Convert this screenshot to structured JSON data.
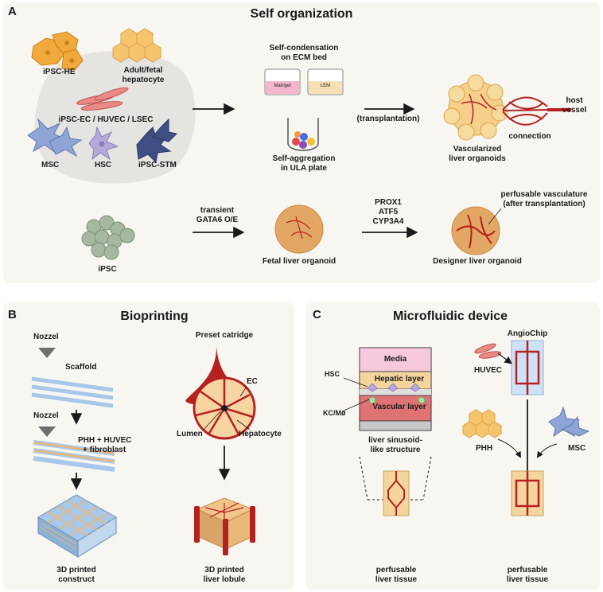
{
  "panel_a": {
    "letter": "A",
    "title": "Self organization",
    "cells": {
      "ipsc_he": "iPSC-HE",
      "hepatocyte_1": "Adult/fetal",
      "hepatocyte_2": "hepatocyte",
      "ec": "iPSC-EC / HUVEC / LSEC",
      "msc": "MSC",
      "hsc": "HSC",
      "stm": "iPSC-STM"
    },
    "condensation_1": "Self-condensation",
    "condensation_2": "on ECM bed",
    "matrigel": "Matrigel",
    "lem": "LEM",
    "aggregation_1": "Self-aggregation",
    "aggregation_2": "in ULA plate",
    "transplantation": "(transplantation)",
    "vascularized_1": "Vascularized",
    "vascularized_2": "liver organoids",
    "connection": "connection",
    "host_1": "host",
    "host_2": "vessel",
    "ipsc": "iPSC",
    "transient": "transient",
    "gata6": "GATA6 O/E",
    "fetal_organoid": "Fetal liver organoid",
    "prox1": "PROX1",
    "atf5": "ATF5",
    "cyp3a4": "CYP3A4",
    "perfusable_1": "perfusable vasculature",
    "perfusable_2": "(after transplantation)",
    "designer_organoid": "Designer liver organoid"
  },
  "panel_b": {
    "letter": "B",
    "title": "Bioprinting",
    "nozzel_1": "Nozzel",
    "scaffold": "Scaffold",
    "nozzel_2": "Nozzel",
    "phh_huvec": "PHH + HUVEC",
    "fibroblast": "+ fibroblast",
    "construct_1": "3D printed",
    "construct_2": "construct",
    "preset": "Preset catridge",
    "ec": "EC",
    "lumen": "Lumen",
    "hepatocyte": "Hepatocyte",
    "lobule_1": "3D printed",
    "lobule_2": "liver lobule"
  },
  "panel_c": {
    "letter": "C",
    "title": "Microfluidic device",
    "media": "Media",
    "hsc": "HSC",
    "hepatic_layer": "Hepatic layer",
    "kc": "KC/Mø",
    "vascular_layer": "Vascular layer",
    "sinusoid_1": "liver sinusoid-",
    "sinusoid_2": "like structure",
    "tissue_left_1": "perfusable",
    "tissue_left_2": "liver tissue",
    "angiochip": "AngioChip",
    "huvec": "HUVEC",
    "phh": "PHH",
    "msc": "MSC",
    "tissue_right_1": "perfusable",
    "tissue_right_2": "liver tissue"
  },
  "colors": {
    "panel_bg": "#f8f6f1",
    "vessel_red": "#b52121",
    "hepatocyte_orange": "#f5c56e",
    "ipsc_he_orange": "#f2a93b",
    "ec_pink": "#e88a86",
    "msc_blue": "#8fa5d6",
    "stm_navy": "#3f4f86",
    "hsc_lilac": "#b6a8d8",
    "ipsc_grey": "#a7b8a0",
    "media_pink": "#f6c9de",
    "hepatic_tan": "#f4d59d",
    "vascular_red": "#df7373"
  }
}
